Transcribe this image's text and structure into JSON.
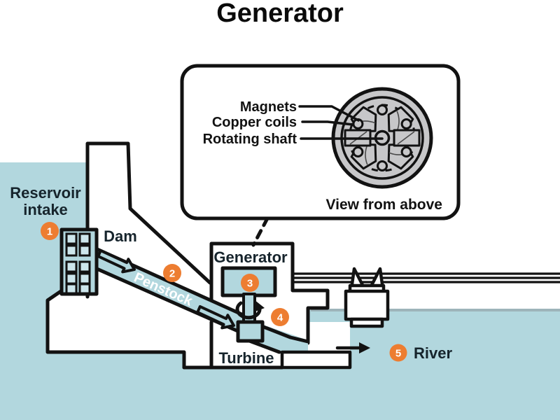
{
  "title": "Generator",
  "colors": {
    "water": "#b2d7de",
    "outline": "#121212",
    "accent_orange": "#ed7d31",
    "rotor_gray": "#c7c7c9",
    "text_dark": "#16242c"
  },
  "inset": {
    "labels": {
      "magnets": "Magnets",
      "copper_coils": "Copper coils",
      "rotating_shaft": "Rotating shaft"
    },
    "caption": "View from above"
  },
  "diagram": {
    "reservoir_line1": "Reservoir",
    "reservoir_line2": "intake",
    "dam_label": "Dam",
    "penstock_label": "Penstock",
    "generator_label": "Generator",
    "turbine_label": "Turbine",
    "river_label": "River",
    "badges": [
      "1",
      "2",
      "3",
      "4",
      "5"
    ]
  }
}
